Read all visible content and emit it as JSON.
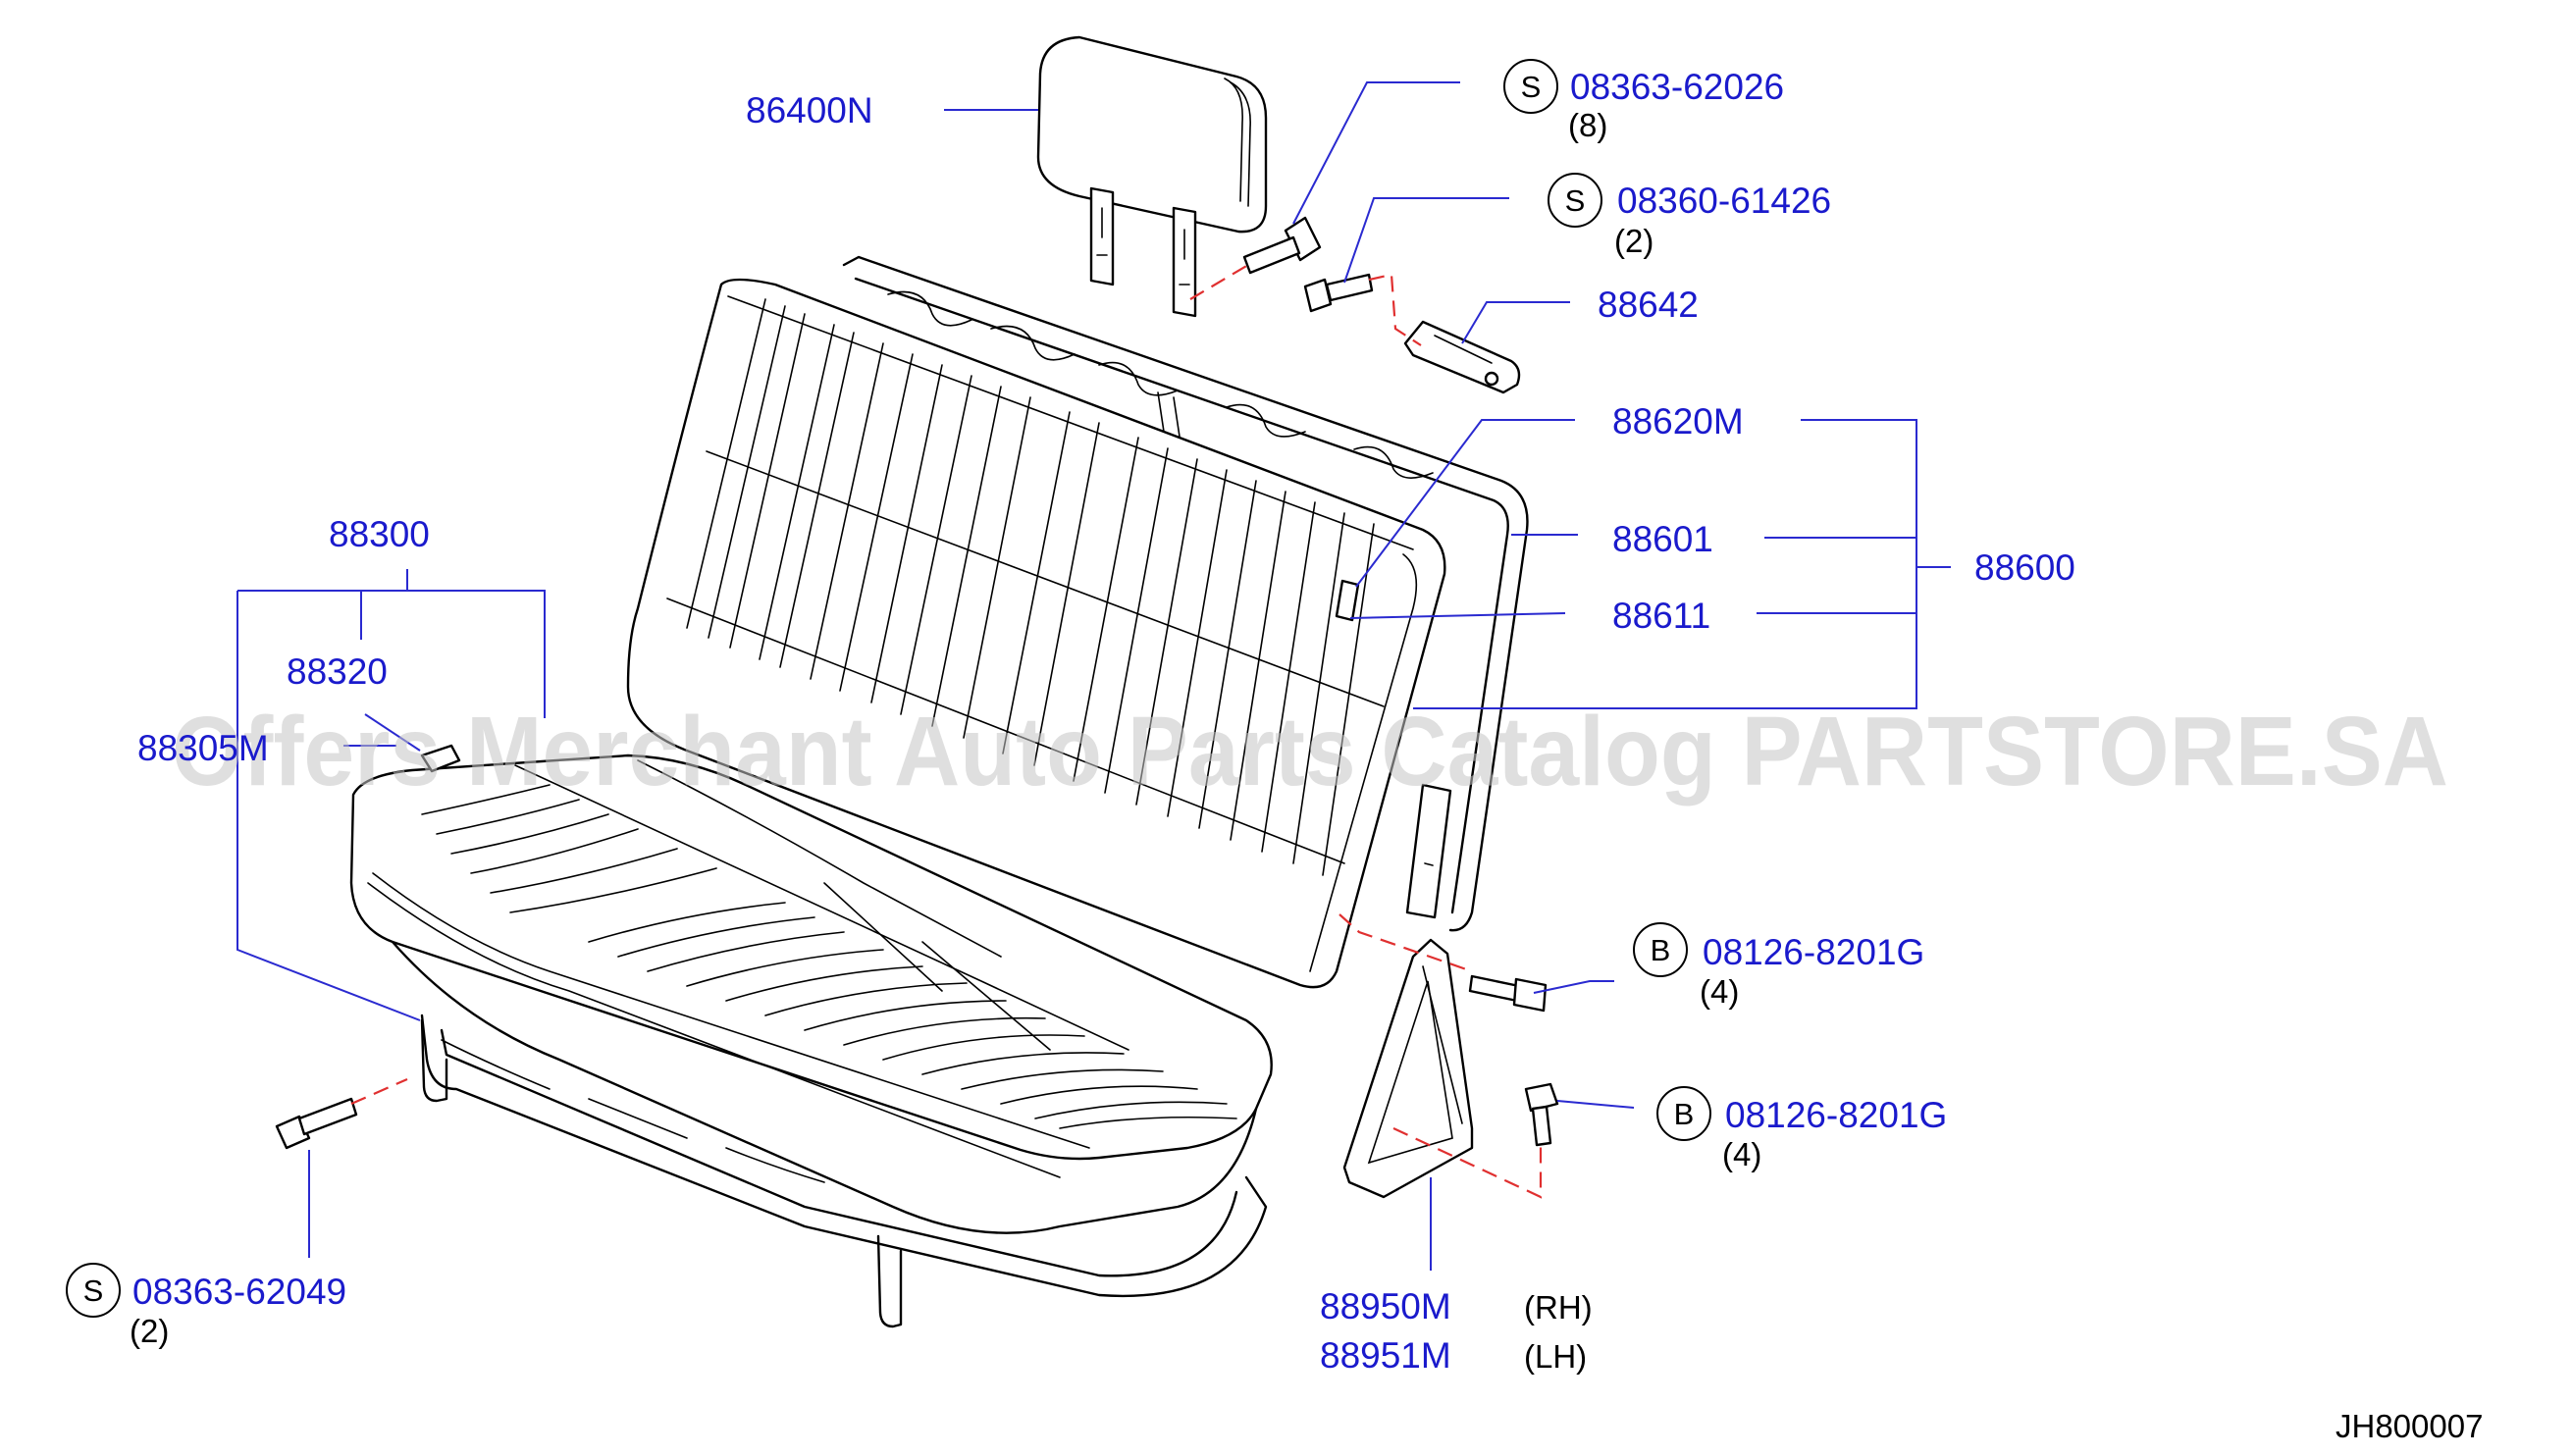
{
  "colors": {
    "part_number": "#1a1acc",
    "leader": "#2a2ad0",
    "dash": "#e03030",
    "line": "#000000"
  },
  "watermark": "Offers Merchant Auto Parts Catalog PARTSTORE.SA",
  "diagram_code": "JH800007",
  "callouts": {
    "headrest": {
      "part": "86400N"
    },
    "screw_headrest": {
      "symbol": "S",
      "part": "08363-62026",
      "qty": "(8)"
    },
    "screw_hook": {
      "symbol": "S",
      "part": "08360-61426",
      "qty": "(2)"
    },
    "hook": {
      "part": "88642"
    },
    "back_trim": {
      "part": "88620M"
    },
    "back_frame": {
      "part": "88601"
    },
    "back_pad": {
      "part": "88611"
    },
    "back_assy": {
      "part": "88600"
    },
    "cushion_assy": {
      "part": "88300"
    },
    "cushion_pad": {
      "part": "88320"
    },
    "cushion_trim": {
      "part": "88305M"
    },
    "bolt_upper": {
      "symbol": "B",
      "part": "08126-8201G",
      "qty": "(4)"
    },
    "bolt_lower": {
      "symbol": "B",
      "part": "08126-8201G",
      "qty": "(4)"
    },
    "screw_cushion": {
      "symbol": "S",
      "part": "08363-62049",
      "qty": "(2)"
    },
    "hinge_rh": {
      "part": "88950M",
      "side": "(RH)"
    },
    "hinge_lh": {
      "part": "88951M",
      "side": "(LH)"
    }
  }
}
